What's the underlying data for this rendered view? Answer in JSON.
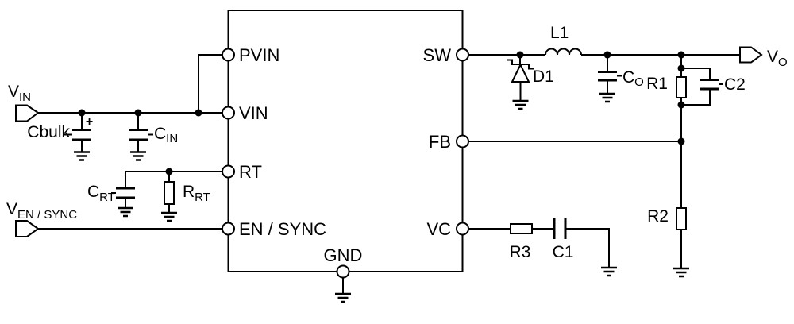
{
  "colors": {
    "ink": "#000000",
    "background": "#ffffff"
  },
  "ic": {
    "pins": {
      "pvin": "PVIN",
      "vin": "VIN",
      "rt": "RT",
      "en_sync": "EN / SYNC",
      "gnd": "GND",
      "sw": "SW",
      "fb": "FB",
      "vc": "VC"
    }
  },
  "terminals": {
    "input": {
      "base": "V",
      "sub": "IN"
    },
    "enable": {
      "base": "V",
      "sub": "EN / SYNC"
    },
    "output": {
      "base": "V",
      "sub": "O"
    }
  },
  "components": {
    "cbulk": {
      "label": "Cbulk",
      "polarity_mark": "+"
    },
    "cin": {
      "base": "C",
      "sub": "IN"
    },
    "crt": {
      "base": "C",
      "sub": "RT"
    },
    "rrt": {
      "base": "R",
      "sub": "RT"
    },
    "l1": {
      "label": "L1"
    },
    "d1": {
      "label": "D1"
    },
    "co": {
      "base": "C",
      "sub": "O"
    },
    "r1": {
      "label": "R1"
    },
    "c2": {
      "label": "C2"
    },
    "r2": {
      "label": "R2"
    },
    "r3": {
      "label": "R3"
    },
    "c1": {
      "label": "C1"
    }
  }
}
